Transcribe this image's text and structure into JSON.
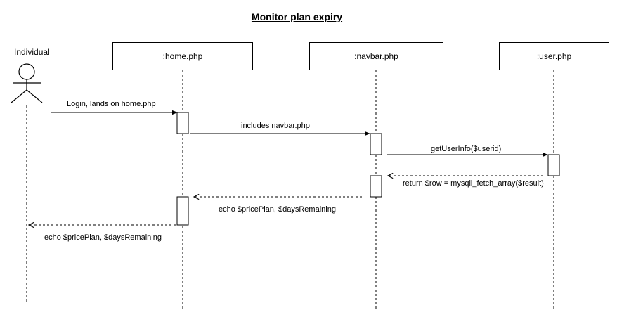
{
  "title": "Monitor plan expiry",
  "actor": {
    "label": "Individual"
  },
  "lifelines": [
    {
      "label": ":home.php"
    },
    {
      "label": ":navbar.php"
    },
    {
      "label": ":user.php"
    }
  ],
  "messages": [
    {
      "label": "Login, lands on home.php",
      "type": "sync"
    },
    {
      "label": "includes navbar.php",
      "type": "sync"
    },
    {
      "label": "getUserInfo($userid)",
      "type": "sync"
    },
    {
      "label": "return $row = mysqli_fetch_array($result)",
      "type": "return"
    },
    {
      "label": "echo $pricePlan, $daysRemaining",
      "type": "return"
    },
    {
      "label": "echo $pricePlan, $daysRemaining",
      "type": "return"
    }
  ]
}
